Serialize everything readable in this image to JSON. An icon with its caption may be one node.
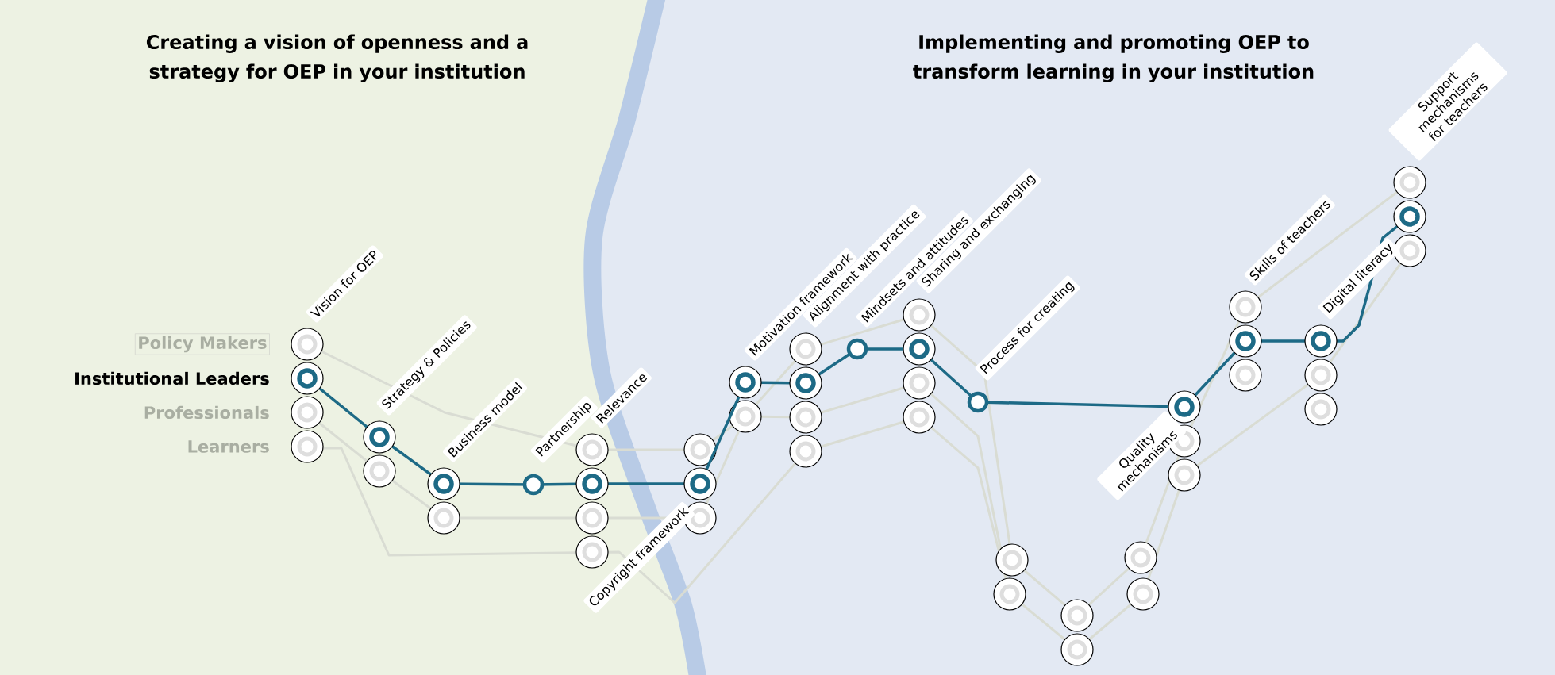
{
  "diagram": {
    "nodes": [
      {
        "text": [
          "Vision for OEP"
        ]
      },
      {
        "text": [
          "Strategy & Policies"
        ]
      },
      {
        "text": [
          "Business model"
        ]
      },
      {
        "text": [
          "Partnership"
        ]
      },
      {
        "text": [
          "Relevance"
        ]
      },
      {
        "text": [
          "Copyright framework"
        ]
      },
      {
        "text": [
          "Motivation framework"
        ]
      },
      {
        "text": [
          "Alignment with practice"
        ]
      },
      {
        "text": [
          "Mindsets and attitudes"
        ]
      },
      {
        "text": [
          "Sharing and exchanging"
        ]
      },
      {
        "text": [
          "Process for creating"
        ]
      },
      {
        "text": [
          "Quality mechanisms"
        ]
      },
      {
        "text": [
          "Skills of teachers"
        ]
      },
      {
        "text": [
          "Digital literacy"
        ]
      },
      {
        "text": [
          "Support mechanisms for teachers"
        ]
      }
    ],
    "edges": [
      {
        "from": 0,
        "to": 1,
        "arrow": "none"
      },
      {
        "from": 1,
        "to": 2,
        "arrow": "none"
      },
      {
        "from": 2,
        "to": 3,
        "arrow": "none"
      },
      {
        "from": 3,
        "to": 4,
        "arrow": "none"
      },
      {
        "from": 4,
        "to": 5,
        "arrow": "none"
      },
      {
        "from": 5,
        "to": 6,
        "arrow": "none"
      },
      {
        "from": 6,
        "to": 7,
        "arrow": "none"
      },
      {
        "from": 7,
        "to": 8,
        "arrow": "none"
      },
      {
        "from": 8,
        "to": 9,
        "arrow": "none"
      },
      {
        "from": 9,
        "to": 10,
        "arrow": "none"
      },
      {
        "from": 10,
        "to": 11,
        "arrow": "none"
      },
      {
        "from": 11,
        "to": 12,
        "arrow": "none"
      },
      {
        "from": 12,
        "to": 13,
        "arrow": "none"
      },
      {
        "from": 13,
        "to": 14,
        "arrow": "none"
      }
    ],
    "labels": [
      "Creating a vision of openness and a strategy for OEP in your institution",
      "Implementing and promoting OEP to transform learning in your institution",
      "Policy Makers",
      "Institutional Leaders",
      "Professionals",
      "Learners"
    ]
  }
}
